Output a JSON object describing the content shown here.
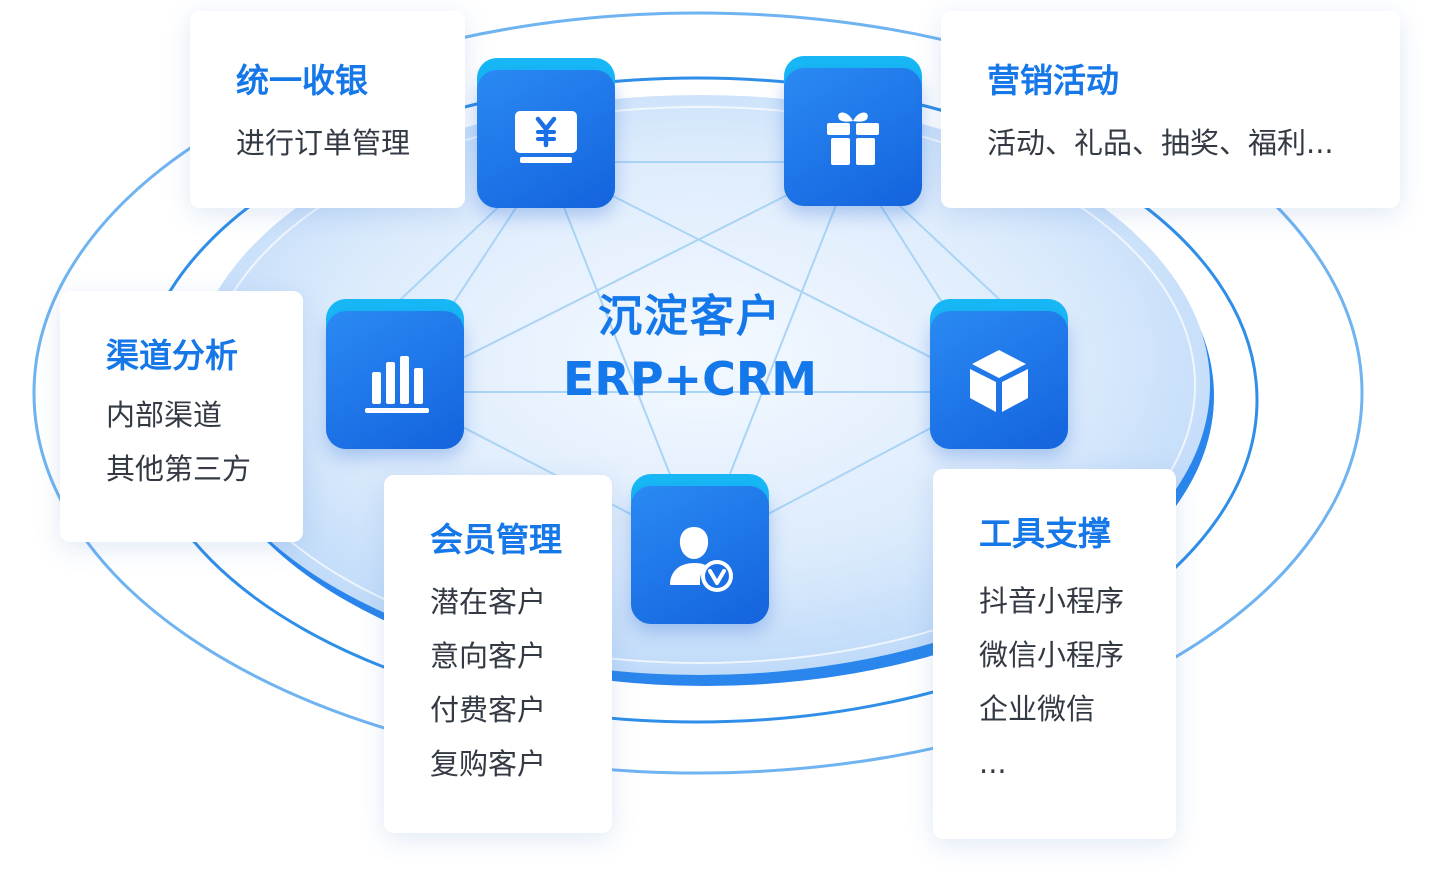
{
  "center": {
    "title": "沉淀客户",
    "subtitle": "ERP+CRM"
  },
  "cards": {
    "checkout": {
      "title": "统一收银",
      "items": [
        "进行订单管理"
      ]
    },
    "marketing": {
      "title": "营销活动",
      "items": [
        "活动、礼品、抽奖、福利..."
      ]
    },
    "channel": {
      "title": "渠道分析",
      "items": [
        "内部渠道",
        "其他第三方"
      ]
    },
    "member": {
      "title": "会员管理",
      "items": [
        "潜在客户",
        "意向客户",
        "付费客户",
        "复购客户"
      ]
    },
    "tools": {
      "title": "工具支撑",
      "items": [
        "抖音小程序",
        "微信小程序",
        "企业微信",
        "..."
      ]
    }
  },
  "icons": {
    "checkout": "cash-register-yen-icon",
    "marketing": "gift-icon",
    "channel": "bar-chart-icon",
    "tools": "cube-icon",
    "member": "verified-user-icon"
  },
  "colors": {
    "accent": "#1677e8",
    "tile_top": "#18b8f6",
    "tile_face": "#1b6fe6",
    "ring": "#4da3f0",
    "platform": "#cfe4fb",
    "body_text": "#333a44"
  }
}
